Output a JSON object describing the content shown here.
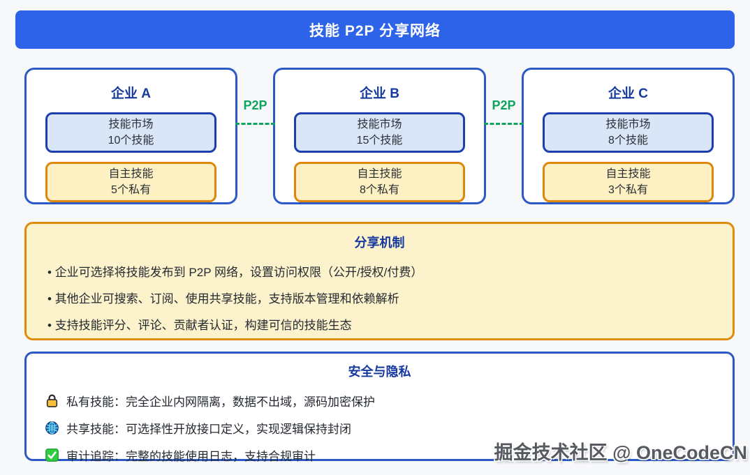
{
  "header": {
    "title": "技能 P2P 分享网络"
  },
  "enterprises": [
    {
      "name": "企业 A",
      "market": {
        "title": "技能市场",
        "count": "10个技能"
      },
      "private": {
        "title": "自主技能",
        "count": "5个私有"
      }
    },
    {
      "name": "企业 B",
      "market": {
        "title": "技能市场",
        "count": "15个技能"
      },
      "private": {
        "title": "自主技能",
        "count": "8个私有"
      }
    },
    {
      "name": "企业 C",
      "market": {
        "title": "技能市场",
        "count": "8个技能"
      },
      "private": {
        "title": "自主技能",
        "count": "3个私有"
      }
    }
  ],
  "connectors": [
    {
      "label": "P2P"
    },
    {
      "label": "P2P"
    }
  ],
  "share_panel": {
    "title": "分享机制",
    "bullets": [
      "企业可选择将技能发布到 P2P 网络，设置访问权限（公开/授权/付费）",
      "其他企业可搜索、订阅、使用共享技能，支持版本管理和依赖解析",
      "支持技能评分、评论、贡献者认证，构建可信的技能生态"
    ]
  },
  "security_panel": {
    "title": "安全与隐私",
    "items": [
      {
        "icon": "lock-icon",
        "text": "私有技能：完全企业内网隔离，数据不出域，源码加密保护"
      },
      {
        "icon": "globe-icon",
        "text": "共享技能：可选择性开放接口定义，实现逻辑保持封闭"
      },
      {
        "icon": "check-icon",
        "text": "审计追踪：完整的技能使用日志，支持合规审计"
      }
    ]
  },
  "watermark": "掘金技术社区 @ OneCodeCN",
  "colors": {
    "header_bg": "#2c63e8",
    "card_border_blue": "#2b5ac7",
    "inner_blue_fill": "#d9e6f8",
    "inner_blue_border": "#1d3fad",
    "inner_yellow_fill": "#fdf0c2",
    "inner_yellow_border": "#df860d",
    "panel_yellow_fill": "#fcf2cc",
    "panel_orange_border": "#e18b0d",
    "p2p_green": "#0ea35f",
    "title_navy": "#16399e"
  }
}
